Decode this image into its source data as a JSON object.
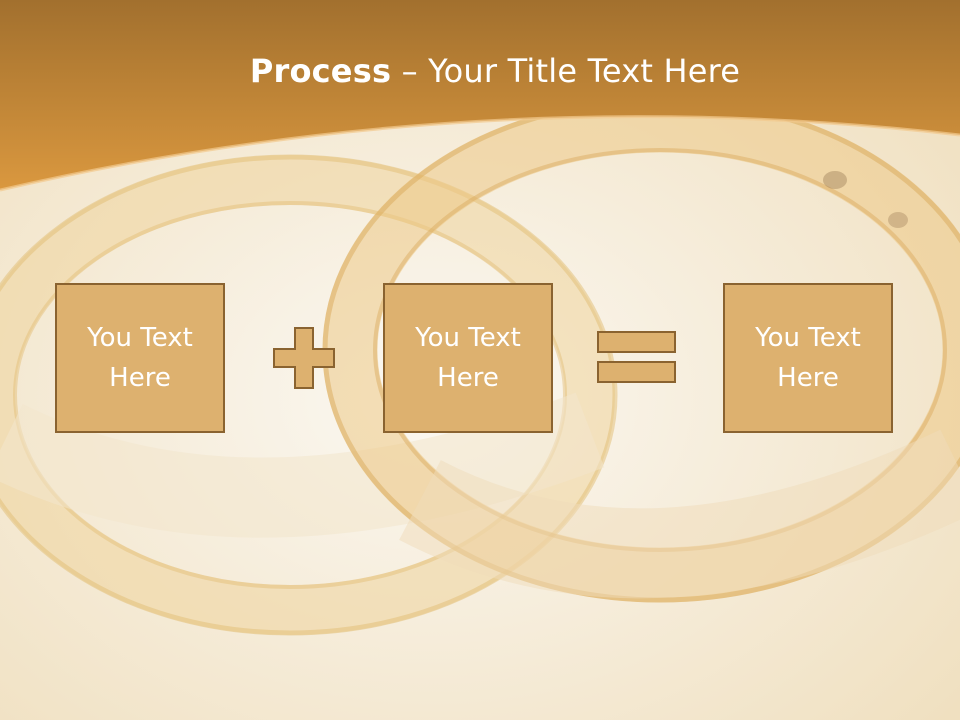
{
  "slide": {
    "title_bold": "Process",
    "title_rest": " – Your Title Text Here"
  },
  "boxes": [
    {
      "text": "You Text Here"
    },
    {
      "text": "You Text Here"
    },
    {
      "text": "You Text Here"
    }
  ],
  "operators": [
    "plus-icon",
    "equals-icon"
  ],
  "colors": {
    "header_top": "#a2702e",
    "header_bottom": "#d8943c",
    "box_fill": "#ddb16f",
    "box_border": "#8a6330",
    "text": "#ffffff"
  }
}
